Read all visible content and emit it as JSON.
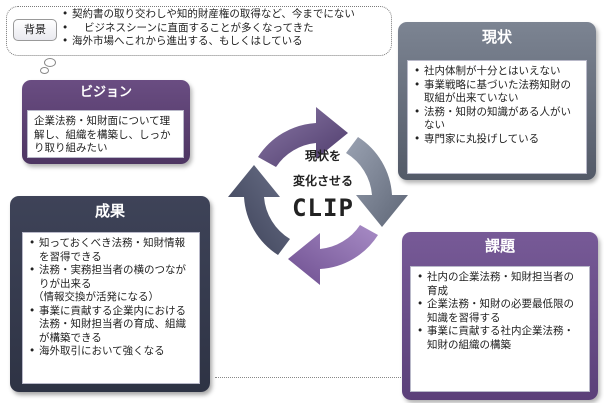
{
  "background": {
    "label": "背景",
    "items": [
      "契約書の取り交わしや知的財産権の取得など、今までにない",
      "ビジネスシーンに直面することが多くなってきた",
      "海外市場へこれから進出する、もしくはしている"
    ]
  },
  "vision": {
    "title": "ビジョン",
    "text": "企業法務・知財面について理解し、組織を構築し、しっかり取り組みたい"
  },
  "current": {
    "title": "現状",
    "items": [
      "社内体制が十分とはいえない",
      "事業戦略に基づいた法務知財の取組が出来ていない",
      "法務・知財の知識がある人がいない",
      "専門家に丸投げしている"
    ]
  },
  "result": {
    "title": "成果",
    "items": [
      "知っておくべき法務・知財情報を習得できる",
      "法務・実務担当者の横のつながりが出来る",
      "（情報交換が活発になる）",
      "事業に貢献する企業内における法務・知財担当者の育成、組織が構築できる",
      "海外取引において強くなる"
    ]
  },
  "issue": {
    "title": "課題",
    "items": [
      "社内の企業法務・知財担当者の育成",
      "企業法務・知財の必要最低限の知識を習得する",
      "事業に貢献する社内企業法務・知財の組織の構築"
    ]
  },
  "center": {
    "line1": "現状を",
    "line2": "変化させる",
    "title": "CLIP"
  },
  "colors": {
    "arrow_top": "#5c4a7a",
    "arrow_right": "#7a8294",
    "arrow_bottom": "#8a6aa8",
    "arrow_left": "#4a5066"
  }
}
